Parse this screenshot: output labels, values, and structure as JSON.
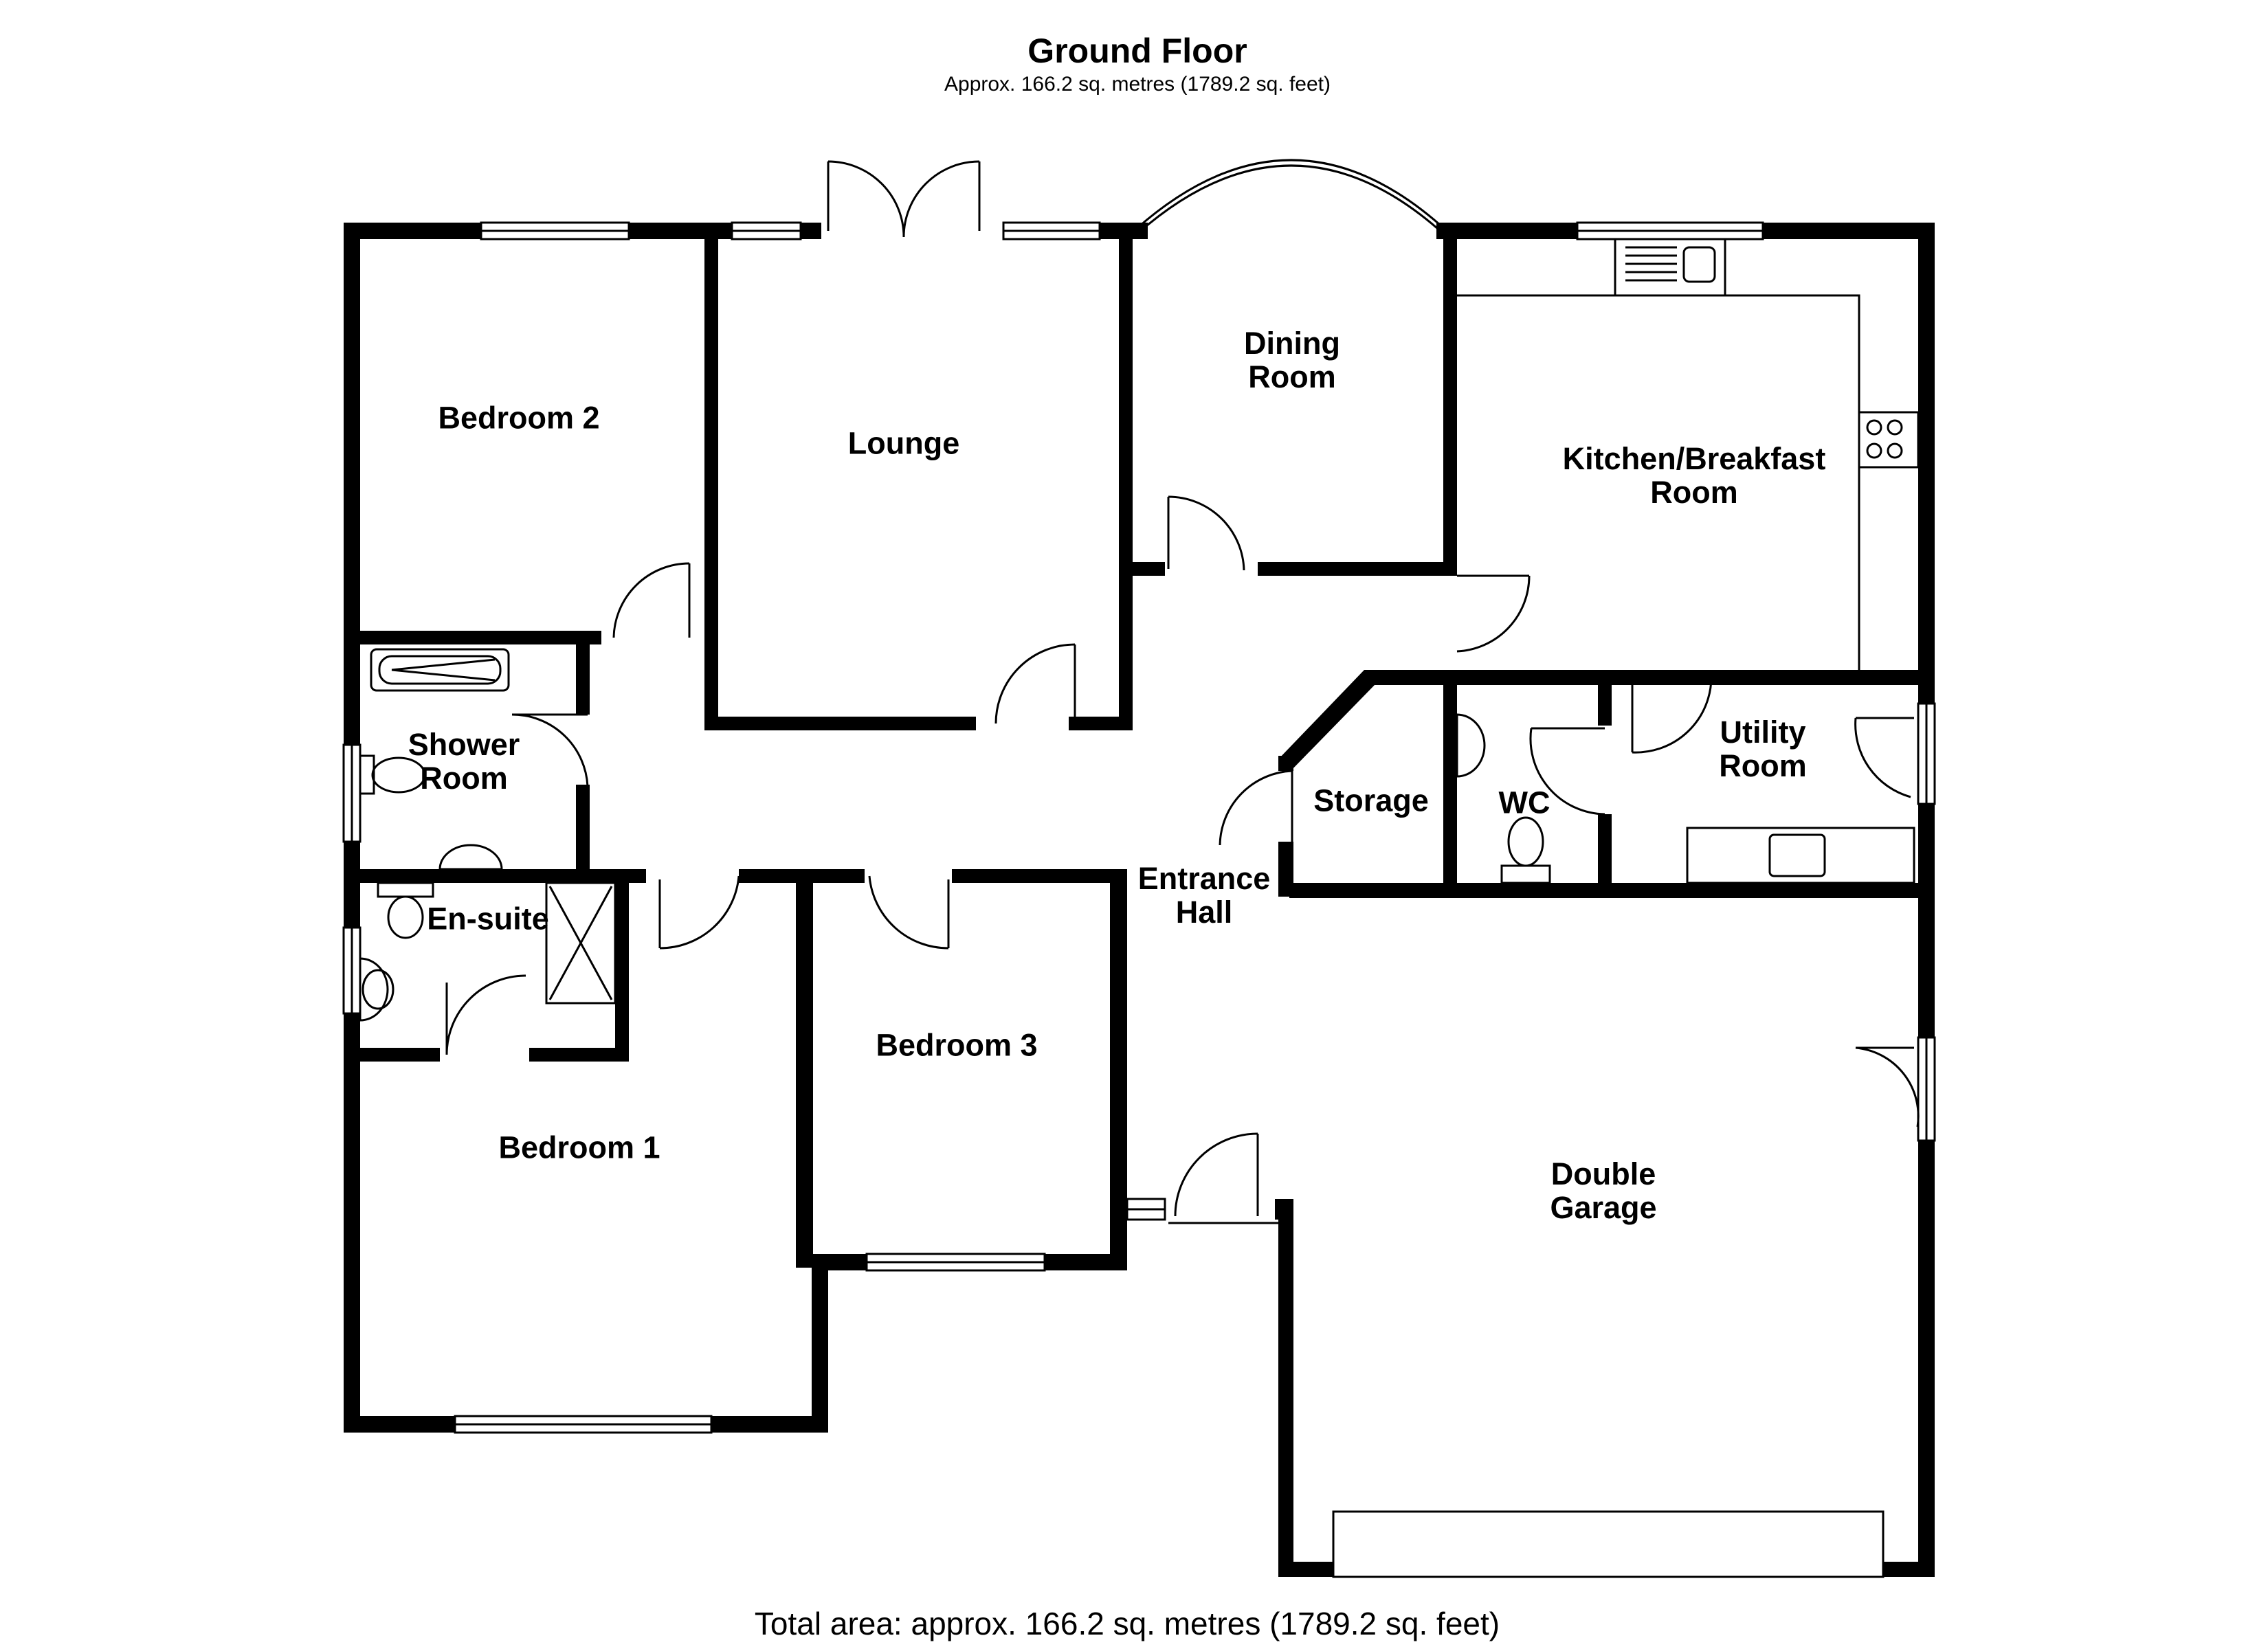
{
  "header": {
    "title": "Ground Floor",
    "subtitle": "Approx. 166.2 sq. metres (1789.2 sq. feet)"
  },
  "rooms": {
    "bedroom_2": [
      "Bedroom 2"
    ],
    "lounge": [
      "Lounge"
    ],
    "dining_room": [
      "Dining",
      "Room"
    ],
    "kitchen": [
      "Kitchen/Breakfast",
      "Room"
    ],
    "shower_room": [
      "Shower",
      "Room"
    ],
    "storage": [
      "Storage"
    ],
    "wc": [
      "WC"
    ],
    "utility_room": [
      "Utility",
      "Room"
    ],
    "en_suite": [
      "En-suite"
    ],
    "entrance_hall": [
      "Entrance",
      "Hall"
    ],
    "bedroom_3": [
      "Bedroom 3"
    ],
    "bedroom_1": [
      "Bedroom 1"
    ],
    "double_garage": [
      "Double",
      "Garage"
    ]
  },
  "footer": {
    "total_area": "Total area: approx. 166.2 sq. metres (1789.2 sq. feet)"
  }
}
